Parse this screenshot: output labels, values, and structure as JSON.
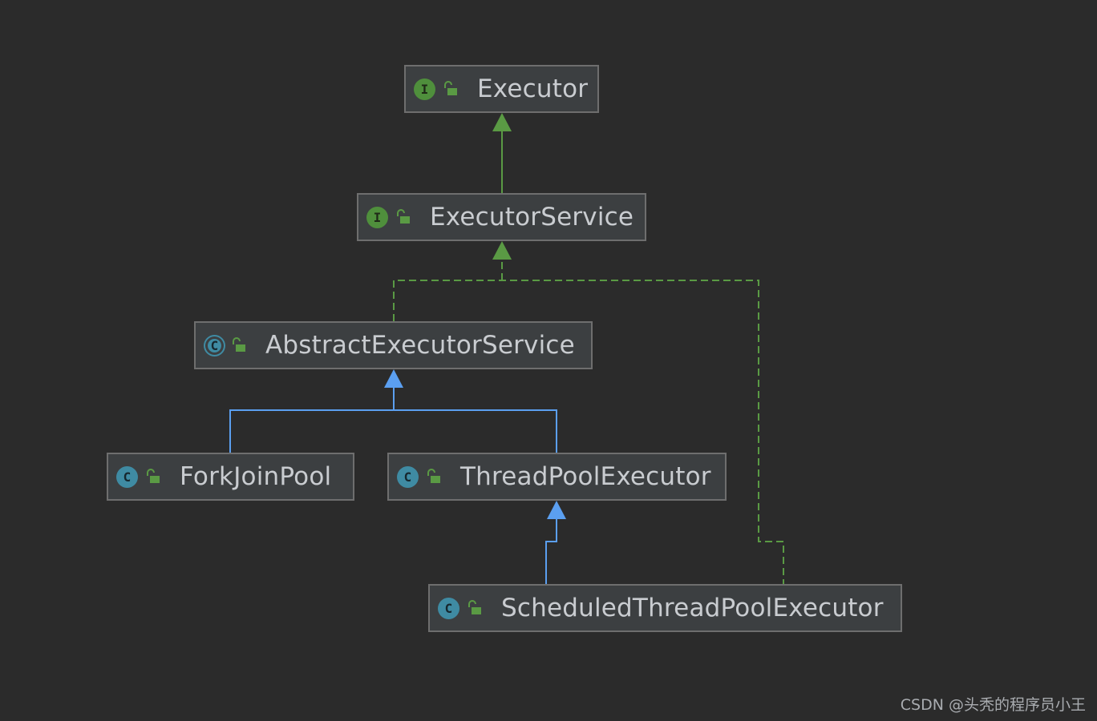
{
  "diagram": {
    "nodes": [
      {
        "id": "executor",
        "label": "Executor",
        "kind": "interface",
        "kind_letter": "I"
      },
      {
        "id": "executor-service",
        "label": "ExecutorService",
        "kind": "interface",
        "kind_letter": "I"
      },
      {
        "id": "abstract-executor-service",
        "label": "AbstractExecutorService",
        "kind": "abstract",
        "kind_letter": "C"
      },
      {
        "id": "fork-join-pool",
        "label": "ForkJoinPool",
        "kind": "class",
        "kind_letter": "C"
      },
      {
        "id": "thread-pool-executor",
        "label": "ThreadPoolExecutor",
        "kind": "class",
        "kind_letter": "C"
      },
      {
        "id": "scheduled-thread-pool-executor",
        "label": "ScheduledThreadPoolExecutor",
        "kind": "class",
        "kind_letter": "C"
      }
    ],
    "edges": [
      {
        "from": "executor-service",
        "to": "executor",
        "type": "interface-extends"
      },
      {
        "from": "abstract-executor-service",
        "to": "executor-service",
        "type": "implements"
      },
      {
        "from": "scheduled-thread-pool-executor",
        "to": "executor-service",
        "type": "implements"
      },
      {
        "from": "fork-join-pool",
        "to": "abstract-executor-service",
        "type": "extends"
      },
      {
        "from": "thread-pool-executor",
        "to": "abstract-executor-service",
        "type": "extends"
      },
      {
        "from": "scheduled-thread-pool-executor",
        "to": "thread-pool-executor",
        "type": "extends"
      }
    ],
    "colors": {
      "background": "#2b2b2b",
      "node_fill": "#3c3f41",
      "node_border": "#6e6e6e",
      "node_text": "#c9ccd0",
      "interface_edge": "#5a9a44",
      "class_edge": "#5b9ff0",
      "interface_icon": "#4f8f3c",
      "class_icon": "#3f8ba3",
      "lock_icon": "#5a9a44"
    }
  },
  "watermark": "CSDN @头秃的程序员小王"
}
